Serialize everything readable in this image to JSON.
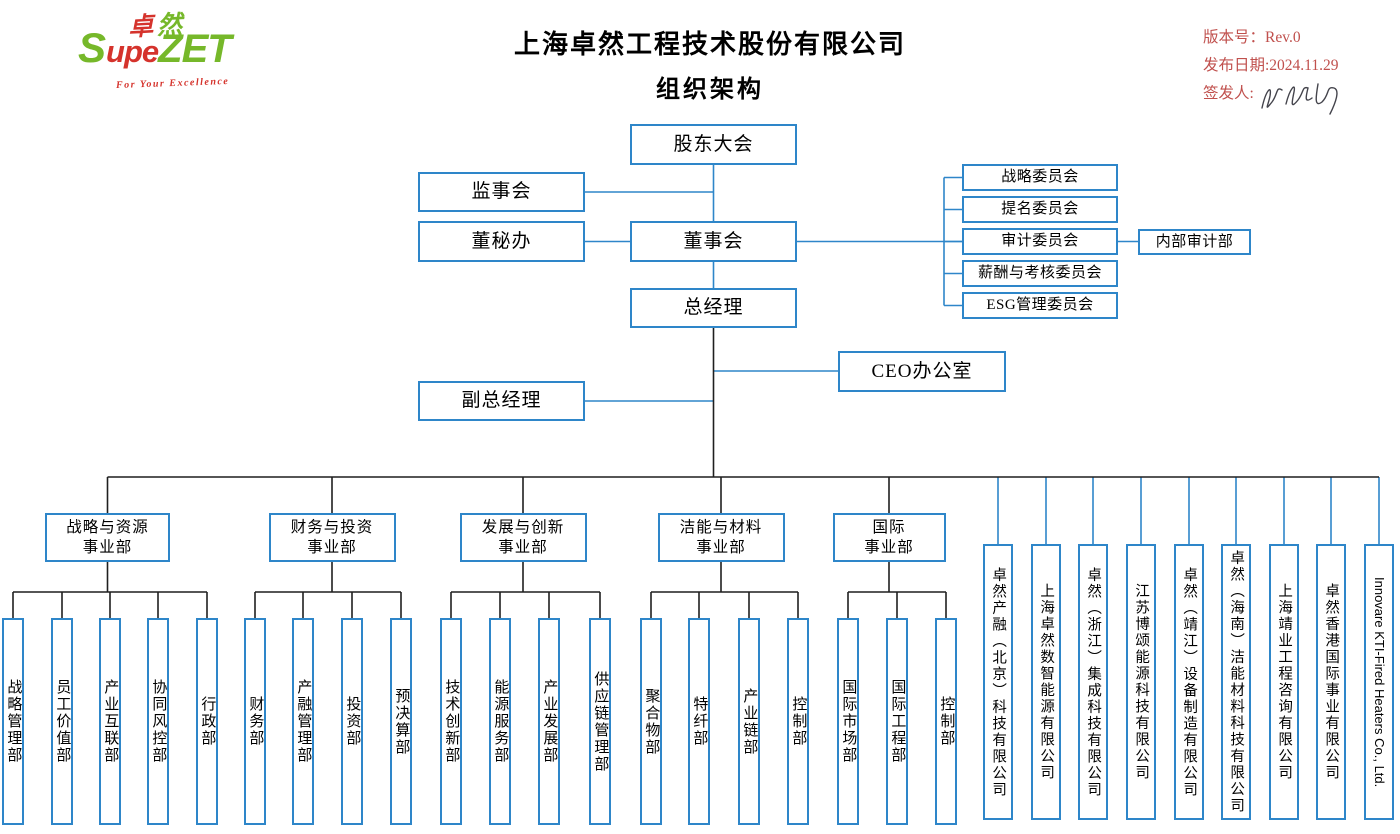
{
  "header": {
    "title_line1": "上海卓然工程技术股份有限公司",
    "title_line2": "组织架构"
  },
  "logo": {
    "cn_char1": "卓",
    "cn_char2": "然",
    "en_part1": "S",
    "en_part2": "upe",
    "en_part3": "ZET",
    "tagline": "For Your Excellence"
  },
  "meta": {
    "version": "版本号：Rev.0",
    "release_date": "发布日期:2024.11.29",
    "signer": "签发人:"
  },
  "org": {
    "governance": {
      "shareholders": "股东大会",
      "supervisory": "监事会",
      "board": "董事会",
      "board_secretary": "董秘办",
      "general_manager": "总经理",
      "ceo_office": "CEO办公室",
      "deputy_gm": "副总经理",
      "internal_audit": "内部审计部"
    },
    "committees": [
      "战略委员会",
      "提名委员会",
      "审计委员会",
      "薪酬与考核委员会",
      "ESG管理委员会"
    ],
    "divisions": [
      {
        "lines": [
          "战略与资源",
          "事业部"
        ],
        "departments": [
          "战略管理部",
          "员工价值部",
          "产业互联部",
          "协同风控部",
          "行政部"
        ]
      },
      {
        "lines": [
          "财务与投资",
          "事业部"
        ],
        "departments": [
          "财务部",
          "产融管理部",
          "投资部",
          "预决算部"
        ]
      },
      {
        "lines": [
          "发展与创新",
          "事业部"
        ],
        "departments": [
          "技术创新部",
          "能源服务部",
          "产业发展部",
          "供应链管理部"
        ]
      },
      {
        "lines": [
          "洁能与材料",
          "事业部"
        ],
        "departments": [
          "聚合物部",
          "特纤部",
          "产业链部",
          "控制部"
        ]
      },
      {
        "lines": [
          "国际",
          "事业部"
        ],
        "departments": [
          "国际市场部",
          "国际工程部",
          "控制部"
        ]
      }
    ],
    "subsidiaries": [
      "卓然产融（北京）科技有限公司",
      "上海卓然数智能源有限公司",
      "卓然（浙江）集成科技有限公司",
      "江苏博颂能源科技有限公司",
      "卓然（靖江）设备制造有限公司",
      "卓然（海南）洁能材料科技有限公司",
      "上海靖业工程咨询有限公司",
      "卓然香港国际事业有限公司",
      "Innovare KTI-Fired Heaters Co., Ltd."
    ]
  },
  "colors": {
    "box_border": "#2e86c9",
    "line_black": "#1f1f1f",
    "accent_red": "#c0504d",
    "logo_green": "#76b82a",
    "logo_red": "#d5332c"
  }
}
